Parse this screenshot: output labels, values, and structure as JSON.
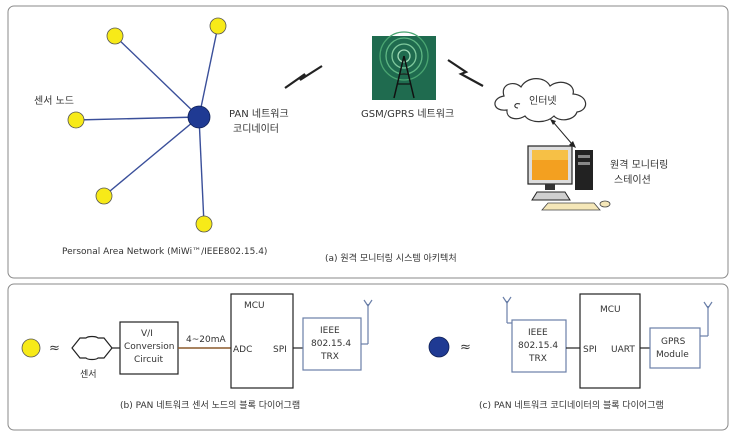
{
  "part_a": {
    "sensor_node_label": "센서 노드",
    "coordinator_label_line1": "PAN 네트워크",
    "coordinator_label_line2": "코디네이터",
    "network_label": "Personal Area Network (MiWi™/IEEE802.15.4)",
    "gsm_label": "GSM/GPRS 네트워크",
    "internet_label": "인터넷",
    "station_label_line1": "원격 모니터링",
    "station_label_line2": "스테이션",
    "caption": "(a) 원격 모니터링 시스템 아키텍처"
  },
  "part_b": {
    "approx": "≈",
    "sensor_caption": "센서",
    "vi_line1": "V/I",
    "vi_line2": "Conversion",
    "vi_line3": "Circuit",
    "current_label": "4~20mA",
    "mcu_label": "MCU",
    "adc_label": "ADC",
    "spi_label": "SPI",
    "ieee_line1": "IEEE",
    "ieee_line2": "802.15.4",
    "ieee_line3": "TRX",
    "caption": "(b) PAN 네트워크 센서 노드의 블록 다이어그램"
  },
  "part_c": {
    "approx": "≈",
    "ieee_line1": "IEEE",
    "ieee_line2": "802.15.4",
    "ieee_line3": "TRX",
    "mcu_label": "MCU",
    "spi_label": "SPI",
    "uart_label": "UART",
    "gprs_line1": "GPRS",
    "gprs_line2": "Module",
    "caption": "(c) PAN 네트워크 코디네이터의 블록 다이어그램"
  },
  "colors": {
    "sensor_node": "#f7ea18",
    "coordinator": "#1f3a93",
    "line": "#3a4f9a",
    "wire_brown": "#8b5a2b",
    "tower_bg": "#1f6b4f"
  }
}
